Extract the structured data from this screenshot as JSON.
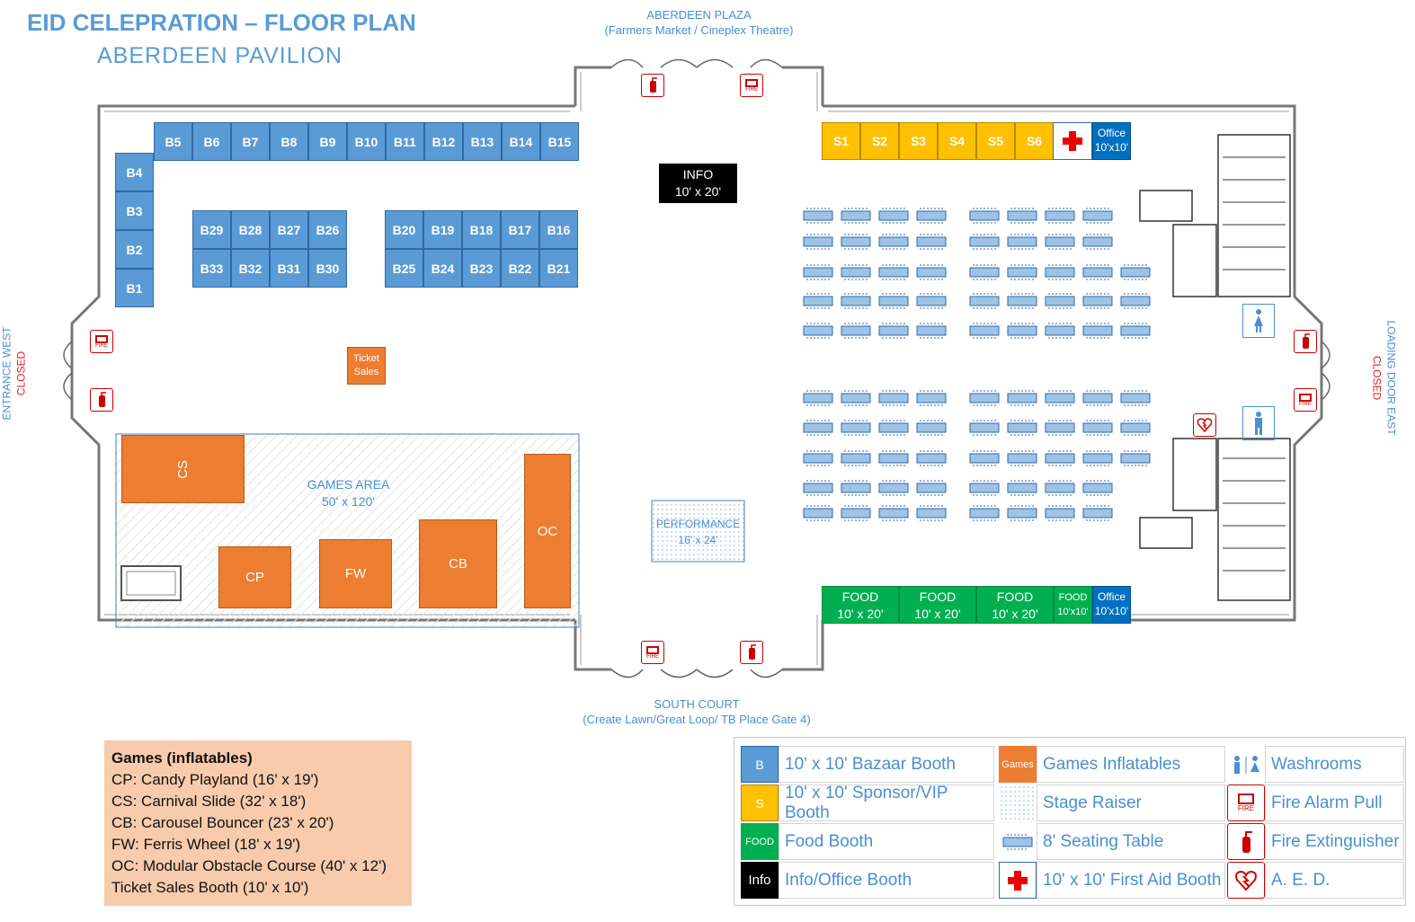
{
  "header": {
    "title": "EID CELEPRATION – FLOOR  PLAN",
    "subtitle": "ABERDEEN PAVILION"
  },
  "places": {
    "north_name": "ABERDEEN PLAZA",
    "north_sub": "(Farmers Market / Cineplex Theatre)",
    "south_name": "SOUTH COURT",
    "south_sub": "(Create Lawn/Great Loop/ TB Place Gate 4)",
    "west_name": "ENTRANCE WEST",
    "west_status": "CLOSED",
    "east_name": "LOADING DOOR EAST",
    "east_status": "CLOSED"
  },
  "booths": {
    "top_row": [
      "B5",
      "B6",
      "B7",
      "B8",
      "B9",
      "B10",
      "B11",
      "B12",
      "B13",
      "B14",
      "B15"
    ],
    "left_col": [
      "B4",
      "B3",
      "B2",
      "B1"
    ],
    "block_a_top": [
      "B29",
      "B28",
      "B27",
      "B26"
    ],
    "block_a_bottom": [
      "B33",
      "B32",
      "B31",
      "B30"
    ],
    "block_b_top": [
      "B20",
      "B19",
      "B18",
      "B17",
      "B16"
    ],
    "block_b_bottom": [
      "B25",
      "B24",
      "B23",
      "B22",
      "B21"
    ],
    "sponsor": [
      "S1",
      "S2",
      "S3",
      "S4",
      "S5",
      "S6"
    ],
    "office_top": [
      "Office",
      "10'x10'"
    ],
    "office_bottom": [
      "Office",
      "10'x10'"
    ]
  },
  "info_booth": [
    "INFO",
    "10' x 20'"
  ],
  "ticket_sales": [
    "Ticket",
    "Sales"
  ],
  "food_booths": [
    {
      "line1": "FOOD",
      "line2": "10' x 20'"
    },
    {
      "line1": "FOOD",
      "line2": "10' x 20'"
    },
    {
      "line1": "FOOD",
      "line2": "10' x 20'"
    },
    {
      "line1": "FOOD",
      "line2": "10'x10'"
    }
  ],
  "games_area": {
    "label": "GAMES AREA",
    "size": "50' x 120'",
    "items": {
      "cs": "CS",
      "cp": "CP",
      "fw": "FW",
      "cb": "CB",
      "oc": "OC"
    }
  },
  "performance": {
    "label": "PERFORMANCE",
    "size": "16' x 24'"
  },
  "icon_labels": {
    "fire": "FIRE"
  },
  "games_legend": {
    "heading": "Games (inflatables)",
    "items": [
      "CP: Candy Playland (16' x 19')",
      "CS: Carnival Slide (32' x 18')",
      "CB: Carousel Bouncer (23' x 20')",
      "FW: Ferris Wheel (18' x 19')",
      "OC: Modular Obstacle Course (40' x 12')",
      "Ticket Sales Booth (10' x 10')"
    ]
  },
  "legend": {
    "col1": [
      {
        "swatch": "B",
        "text": "10' x 10' Bazaar Booth",
        "color": "#5b9bd5"
      },
      {
        "swatch": "S",
        "text": "10' x 10' Sponsor/VIP Booth",
        "color": "#ffc000"
      },
      {
        "swatch": "FOOD",
        "text": "Food Booth",
        "color": "#00b050"
      },
      {
        "swatch": "Info",
        "text": "Info/Office Booth",
        "color": "#000000"
      }
    ],
    "col2": [
      {
        "swatch": "Games",
        "text": "Games Inflatables",
        "color": "#ed7d31"
      },
      {
        "swatch": "",
        "text": "Stage Raiser",
        "color": "#dbe8f5"
      },
      {
        "swatch": "",
        "text": "8' Seating Table",
        "color": "#ffffff"
      },
      {
        "swatch": "",
        "text": "10' x 10' First Aid Booth",
        "color": "#ffffff"
      }
    ],
    "col3": [
      {
        "swatch": "",
        "text": "Washrooms"
      },
      {
        "swatch": "FIRE",
        "text": "Fire Alarm Pull"
      },
      {
        "swatch": "",
        "text": "Fire Extinguisher"
      },
      {
        "swatch": "",
        "text": "A. E. D."
      }
    ]
  },
  "colors": {
    "bazaar": "#5b9bd5",
    "sponsor": "#ffc000",
    "food": "#00b050",
    "office": "#0070c0",
    "games": "#ed7d31",
    "label_blue": "#4a8fd0",
    "closed_red": "#e02020"
  }
}
